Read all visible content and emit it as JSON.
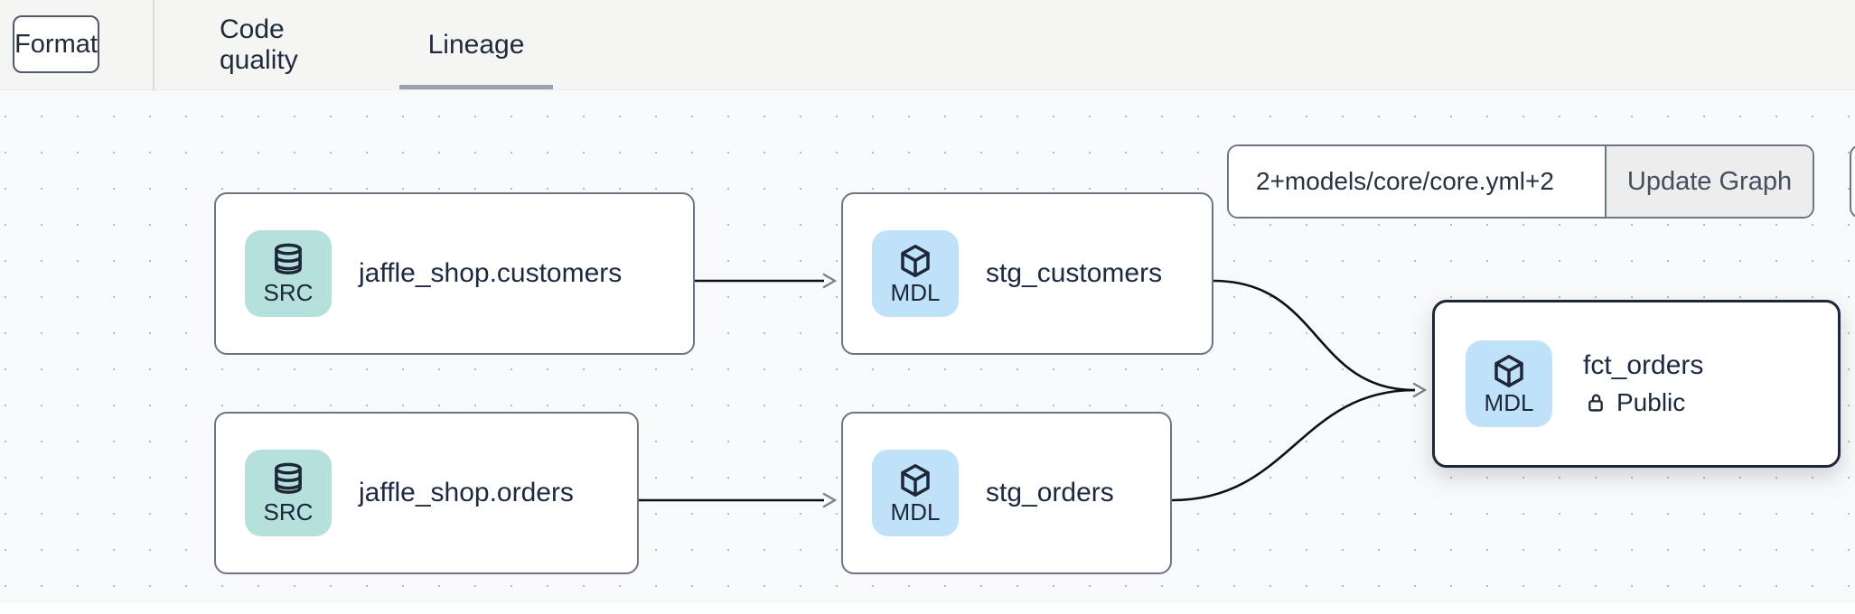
{
  "header": {
    "format_button": "Format",
    "tabs": [
      {
        "label": "Code quality",
        "active": false
      },
      {
        "label": "Lineage",
        "active": true
      }
    ]
  },
  "lineage_controls": {
    "selector_input_value": "2+models/core/core.yml+2",
    "update_graph_button": "Update Graph"
  },
  "graph": {
    "nodes": [
      {
        "label": "jaffle_shop.customers",
        "badge": "SRC",
        "icon": "database",
        "selected": false
      },
      {
        "label": "stg_customers",
        "badge": "MDL",
        "icon": "cube",
        "selected": false
      },
      {
        "label": "jaffle_shop.orders",
        "badge": "SRC",
        "icon": "database",
        "selected": false
      },
      {
        "label": "stg_orders",
        "badge": "MDL",
        "icon": "cube",
        "selected": false
      },
      {
        "label": "fct_orders",
        "badge": "MDL",
        "icon": "cube",
        "access": "Public",
        "selected": true
      }
    ],
    "edges": [
      {
        "from": "jaffle_shop.customers",
        "to": "stg_customers"
      },
      {
        "from": "jaffle_shop.orders",
        "to": "stg_orders"
      },
      {
        "from": "stg_customers",
        "to": "fct_orders"
      },
      {
        "from": "stg_orders",
        "to": "fct_orders"
      }
    ]
  },
  "colors": {
    "topbar_bg": "#f5f5f4",
    "canvas_bg": "#f8f9fb",
    "src_badge_bg": "#b5e0dc",
    "mdl_badge_bg": "#c0e2f8",
    "node_border": "#6d7582",
    "selected_node_border": "#1d2739",
    "edge": "#0d1117",
    "active_tab_underline": "#9aa2ae"
  }
}
